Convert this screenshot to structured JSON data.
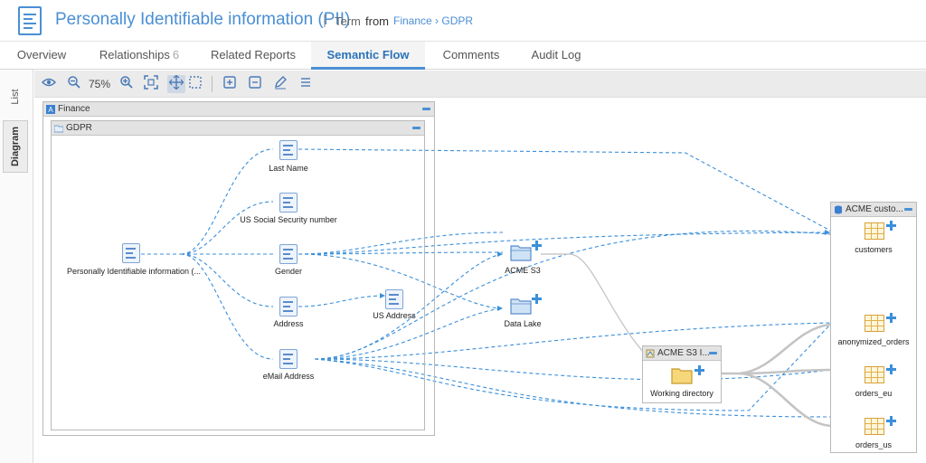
{
  "header": {
    "title": "Personally Identifiable information (PII)",
    "separator": "|",
    "term_label": "Term",
    "from_label": "from",
    "path": "Finance › GDPR"
  },
  "tabs": [
    {
      "label": "Overview",
      "count": ""
    },
    {
      "label": "Relationships",
      "count": "6"
    },
    {
      "label": "Related Reports",
      "count": ""
    },
    {
      "label": "Semantic Flow",
      "count": ""
    },
    {
      "label": "Comments",
      "count": ""
    },
    {
      "label": "Audit Log",
      "count": ""
    }
  ],
  "active_tab": "Semantic Flow",
  "side_tabs": [
    {
      "label": "List"
    },
    {
      "label": "Diagram"
    }
  ],
  "toolbar": {
    "zoom": "75%",
    "icons": [
      "eye-icon",
      "zoom-out-icon",
      "zoom-in-icon",
      "fit-icon",
      "pan-icon",
      "select-icon",
      "expand-icon",
      "collapse-icon",
      "pen-icon",
      "menu-icon"
    ]
  },
  "groups": {
    "finance": {
      "label": "Finance"
    },
    "gdpr": {
      "label": "GDPR"
    },
    "acme_customers": {
      "label": "ACME custo..."
    },
    "acme_s3": {
      "label": "ACME S3 I..."
    }
  },
  "nodes": {
    "pii": "Personally Identifiable information (...",
    "last_name": "Last Name",
    "ssn": "US Social Security number",
    "gender": "Gender",
    "address": "Address",
    "us_address": "US Address",
    "email": "eMail Address",
    "acme_s3": "ACME S3",
    "data_lake": "Data Lake",
    "working_dir": "Working directory",
    "customers": "customers",
    "anonymized_orders": "anonymized_orders",
    "orders_eu": "orders_eu",
    "orders_us": "orders_us"
  },
  "colors": {
    "accent": "#4a8fd4",
    "edge_dashed": "#3b8fd9",
    "edge_solid": "#c4c4c4",
    "table_icon": "#e0b04a"
  }
}
